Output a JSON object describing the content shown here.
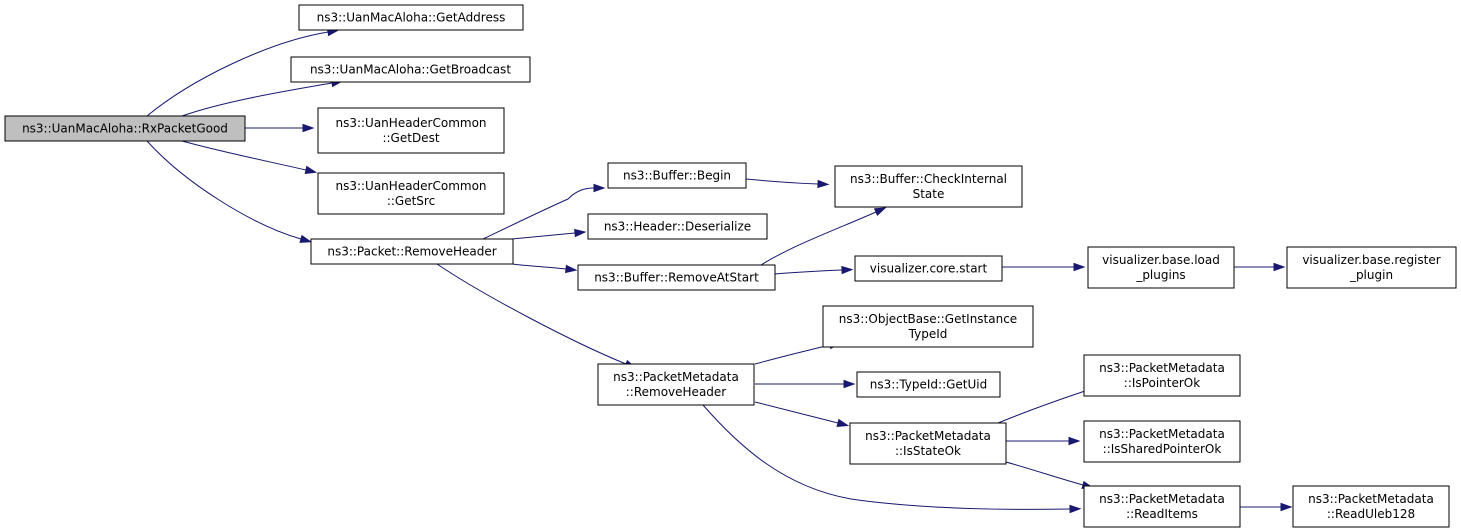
{
  "graph": {
    "nodes": [
      {
        "id": "root",
        "lines": [
          "ns3::UanMacAloha::RxPacketGood"
        ],
        "root": true
      },
      {
        "id": "getaddress",
        "lines": [
          "ns3::UanMacAloha::GetAddress"
        ]
      },
      {
        "id": "getbroadcast",
        "lines": [
          "ns3::UanMacAloha::GetBroadcast"
        ]
      },
      {
        "id": "getdest",
        "lines": [
          "ns3::UanHeaderCommon",
          "::GetDest"
        ]
      },
      {
        "id": "getsrc",
        "lines": [
          "ns3::UanHeaderCommon",
          "::GetSrc"
        ]
      },
      {
        "id": "removeheader",
        "lines": [
          "ns3::Packet::RemoveHeader"
        ]
      },
      {
        "id": "bufferbegin",
        "lines": [
          "ns3::Buffer::Begin"
        ]
      },
      {
        "id": "deserialize",
        "lines": [
          "ns3::Header::Deserialize"
        ]
      },
      {
        "id": "removeatstart",
        "lines": [
          "ns3::Buffer::RemoveAtStart"
        ]
      },
      {
        "id": "checkinternal",
        "lines": [
          "ns3::Buffer::CheckInternal",
          "State"
        ]
      },
      {
        "id": "vcorestart",
        "lines": [
          "visualizer.core.start"
        ]
      },
      {
        "id": "loadplugins",
        "lines": [
          "visualizer.base.load",
          "_plugins"
        ]
      },
      {
        "id": "registerplugin",
        "lines": [
          "visualizer.base.register",
          "_plugin"
        ]
      },
      {
        "id": "pmremoveheader",
        "lines": [
          "ns3::PacketMetadata",
          "::RemoveHeader"
        ]
      },
      {
        "id": "getinstancetypeid",
        "lines": [
          "ns3::ObjectBase::GetInstance",
          "TypeId"
        ]
      },
      {
        "id": "getuid",
        "lines": [
          "ns3::TypeId::GetUid"
        ]
      },
      {
        "id": "isstateok",
        "lines": [
          "ns3::PacketMetadata",
          "::IsStateOk"
        ]
      },
      {
        "id": "ispointerok",
        "lines": [
          "ns3::PacketMetadata",
          "::IsPointerOk"
        ]
      },
      {
        "id": "issharedpointerok",
        "lines": [
          "ns3::PacketMetadata",
          "::IsSharedPointerOk"
        ]
      },
      {
        "id": "readitems",
        "lines": [
          "ns3::PacketMetadata",
          "::ReadItems"
        ]
      },
      {
        "id": "readuleb128",
        "lines": [
          "ns3::PacketMetadata",
          "::ReadUleb128"
        ]
      }
    ],
    "edges": [
      {
        "from": "root",
        "to": "getaddress"
      },
      {
        "from": "root",
        "to": "getbroadcast"
      },
      {
        "from": "root",
        "to": "getdest"
      },
      {
        "from": "root",
        "to": "getsrc"
      },
      {
        "from": "root",
        "to": "removeheader"
      },
      {
        "from": "removeheader",
        "to": "bufferbegin"
      },
      {
        "from": "removeheader",
        "to": "deserialize"
      },
      {
        "from": "removeheader",
        "to": "removeatstart"
      },
      {
        "from": "removeheader",
        "to": "pmremoveheader"
      },
      {
        "from": "bufferbegin",
        "to": "checkinternal"
      },
      {
        "from": "removeatstart",
        "to": "checkinternal"
      },
      {
        "from": "removeatstart",
        "to": "vcorestart"
      },
      {
        "from": "vcorestart",
        "to": "loadplugins"
      },
      {
        "from": "loadplugins",
        "to": "registerplugin"
      },
      {
        "from": "pmremoveheader",
        "to": "getinstancetypeid"
      },
      {
        "from": "pmremoveheader",
        "to": "getuid"
      },
      {
        "from": "pmremoveheader",
        "to": "isstateok"
      },
      {
        "from": "pmremoveheader",
        "to": "readitems"
      },
      {
        "from": "isstateok",
        "to": "ispointerok"
      },
      {
        "from": "isstateok",
        "to": "issharedpointerok"
      },
      {
        "from": "isstateok",
        "to": "readitems"
      },
      {
        "from": "readitems",
        "to": "readuleb128"
      }
    ]
  },
  "colors": {
    "edge": "#191970",
    "node_border": "#000000",
    "root_fill": "#bfbfbf",
    "node_fill": "#ffffff"
  }
}
